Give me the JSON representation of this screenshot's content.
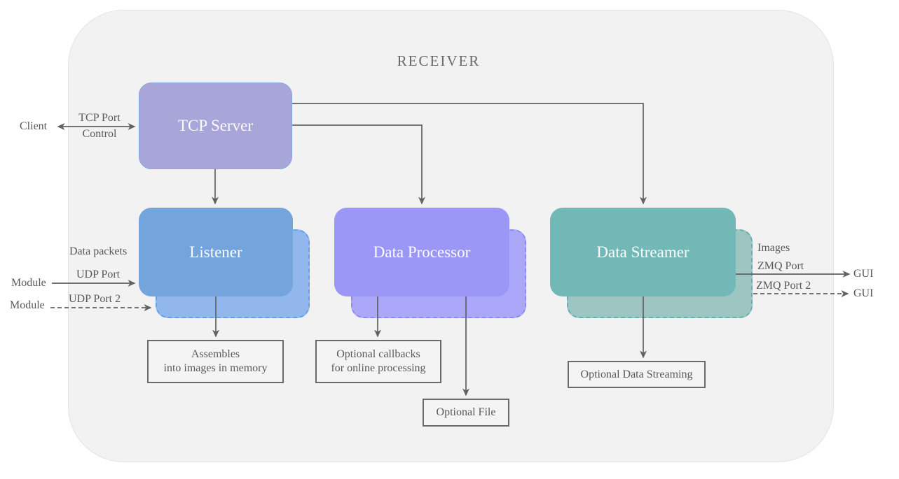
{
  "diagram": {
    "title": "RECEIVER",
    "nodes": {
      "tcp_server": {
        "label": "TCP Server"
      },
      "listener": {
        "label": "Listener"
      },
      "data_processor": {
        "label": "Data Processor"
      },
      "data_streamer": {
        "label": "Data Streamer"
      }
    },
    "notes": {
      "assembles": {
        "line1": "Assembles",
        "line2": "into images in memory"
      },
      "callbacks": {
        "line1": "Optional callbacks",
        "line2": "for online processing"
      },
      "optional_file": {
        "label": "Optional File"
      },
      "optional_streaming": {
        "label": "Optional Data Streaming"
      }
    },
    "labels": {
      "client": "Client",
      "tcp_port": "TCP Port",
      "control": "Control",
      "data_packets": "Data packets",
      "module1": "Module",
      "udp_port": "UDP Port",
      "module2": "Module",
      "udp_port2": "UDP Port 2",
      "images": "Images",
      "zmq_port": "ZMQ Port",
      "gui1": "GUI",
      "zmq_port2": "ZMQ Port 2",
      "gui2": "GUI"
    },
    "colors": {
      "container_bg": "#f2f2f2",
      "tcp_server": "#a8a5d9",
      "listener": "#74a4dc",
      "listener_shadow": "#92b7ec",
      "data_processor": "#9b97f7",
      "data_processor_shadow": "#aba7f9",
      "data_streamer": "#72b8b6",
      "data_streamer_shadow": "#9dc5c1",
      "connector": "#616161",
      "text": "#595959"
    }
  }
}
